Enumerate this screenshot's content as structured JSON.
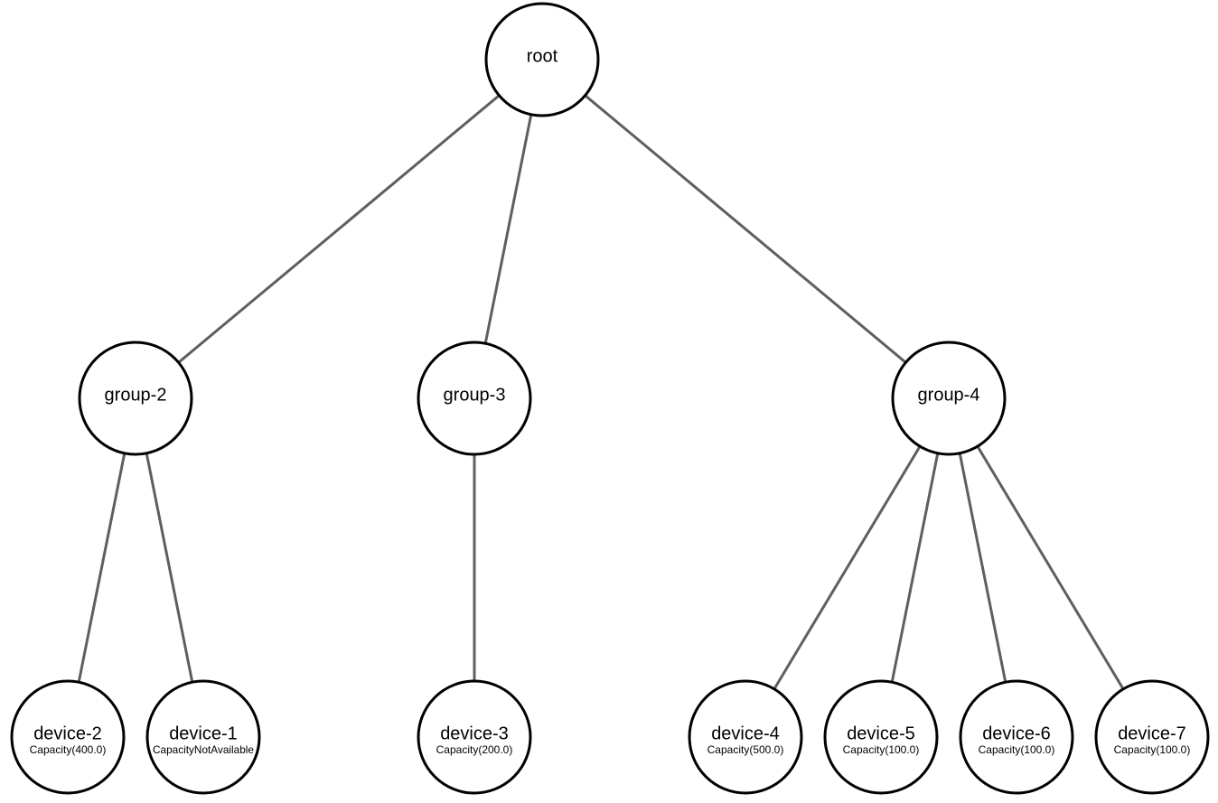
{
  "diagram": {
    "nodes": [
      {
        "id": "root",
        "label": "root",
        "detail": ""
      },
      {
        "id": "group-2",
        "label": "group-2",
        "detail": ""
      },
      {
        "id": "group-3",
        "label": "group-3",
        "detail": ""
      },
      {
        "id": "group-4",
        "label": "group-4",
        "detail": ""
      },
      {
        "id": "device-2",
        "label": "device-2",
        "detail": "Capacity(400.0)"
      },
      {
        "id": "device-1",
        "label": "device-1",
        "detail": "CapacityNotAvailable"
      },
      {
        "id": "device-3",
        "label": "device-3",
        "detail": "Capacity(200.0)"
      },
      {
        "id": "device-4",
        "label": "device-4",
        "detail": "Capacity(500.0)"
      },
      {
        "id": "device-5",
        "label": "device-5",
        "detail": "Capacity(100.0)"
      },
      {
        "id": "device-6",
        "label": "device-6",
        "detail": "Capacity(100.0)"
      },
      {
        "id": "device-7",
        "label": "device-7",
        "detail": "Capacity(100.0)"
      }
    ],
    "edges": [
      {
        "from": "root",
        "to": "group-2"
      },
      {
        "from": "root",
        "to": "group-3"
      },
      {
        "from": "root",
        "to": "group-4"
      },
      {
        "from": "group-2",
        "to": "device-2"
      },
      {
        "from": "group-2",
        "to": "device-1"
      },
      {
        "from": "group-3",
        "to": "device-3"
      },
      {
        "from": "group-4",
        "to": "device-4"
      },
      {
        "from": "group-4",
        "to": "device-5"
      },
      {
        "from": "group-4",
        "to": "device-6"
      },
      {
        "from": "group-4",
        "to": "device-7"
      }
    ],
    "colors": {
      "edge": "#5f5f5f",
      "node_stroke": "#000000",
      "node_fill": "#ffffff",
      "text": "#000000"
    }
  }
}
